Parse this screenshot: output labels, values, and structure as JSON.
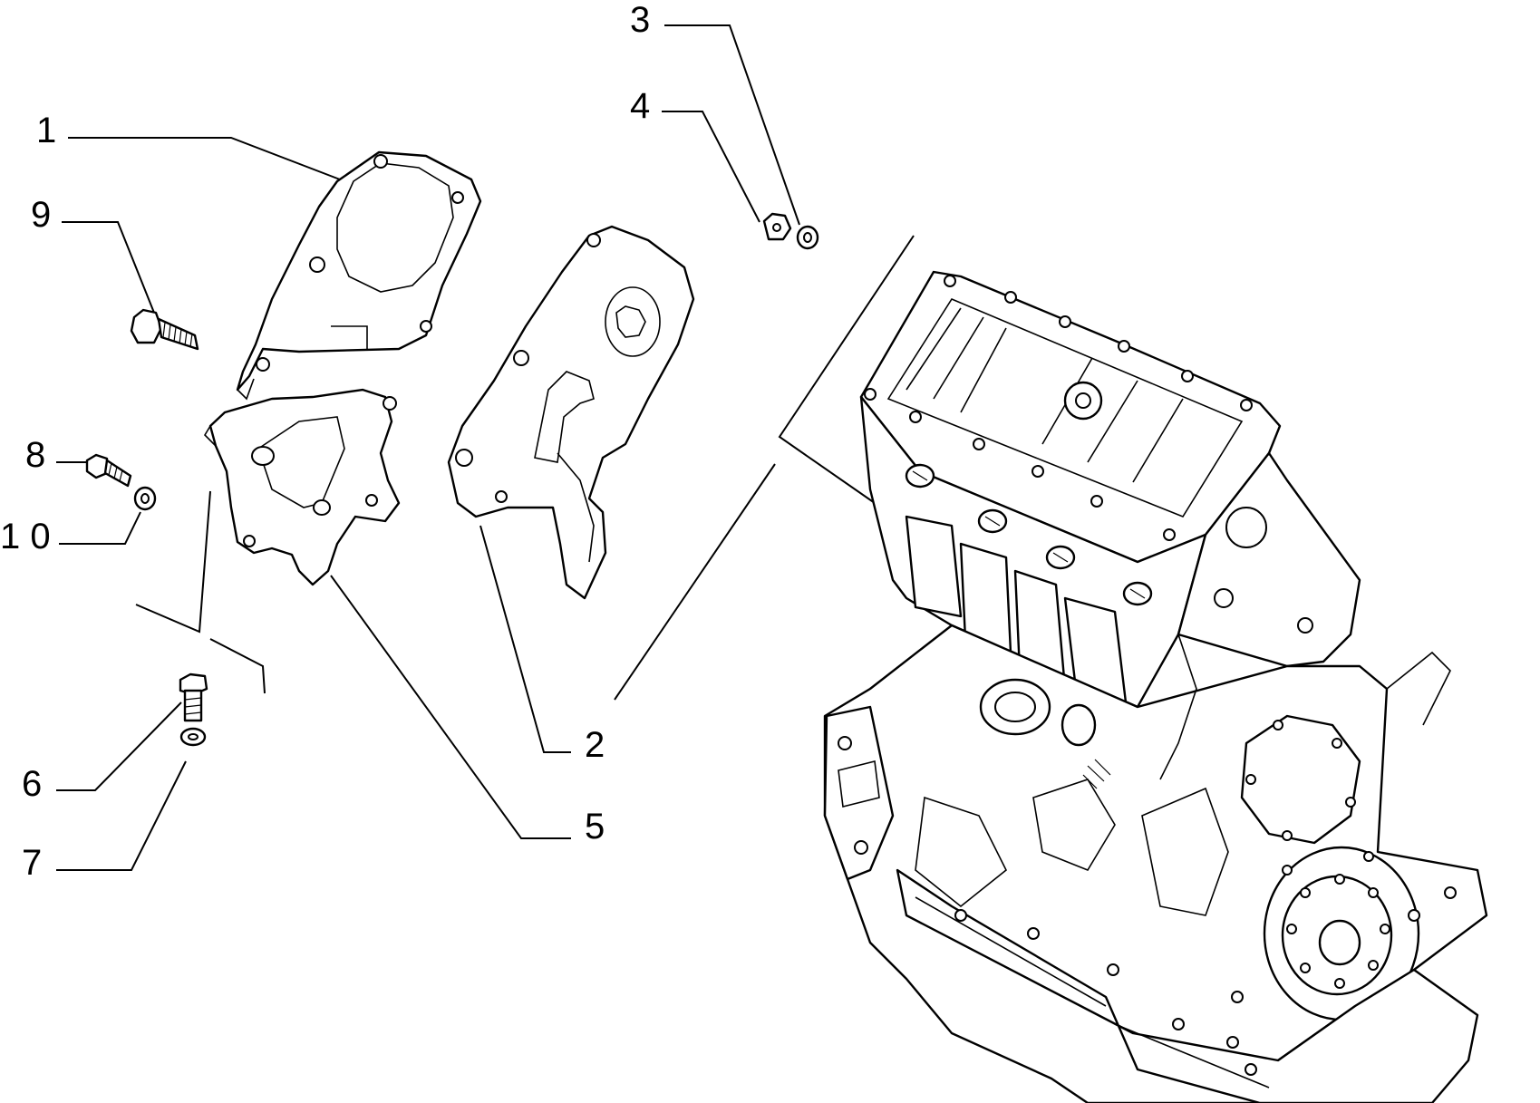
{
  "diagram": {
    "callouts": [
      {
        "id": "1",
        "label": "1"
      },
      {
        "id": "2",
        "label": "2"
      },
      {
        "id": "3",
        "label": "3"
      },
      {
        "id": "4",
        "label": "4"
      },
      {
        "id": "5",
        "label": "5"
      },
      {
        "id": "6",
        "label": "6"
      },
      {
        "id": "7",
        "label": "7"
      },
      {
        "id": "8",
        "label": "8"
      },
      {
        "id": "9",
        "label": "9"
      },
      {
        "id": "10",
        "label": "1 0"
      }
    ]
  },
  "colors": {
    "line": "#000000",
    "background": "#ffffff"
  }
}
